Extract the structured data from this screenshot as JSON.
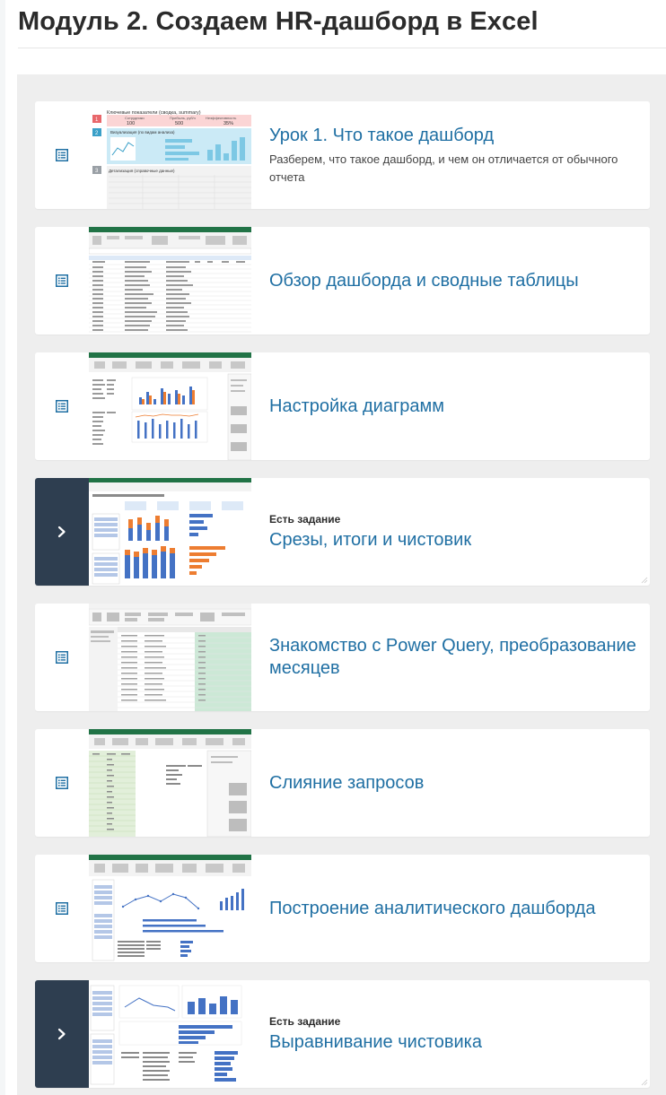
{
  "module": {
    "title": "Модуль 2. Создаем HR-дашборд в Excel"
  },
  "colors": {
    "link_blue": "#1f6fa3",
    "task_dark": "#2e3e50",
    "panel_gray": "#eeeeee",
    "excel_green": "#217346",
    "chart_blue": "#4472c4",
    "chart_orange": "#ed7d31"
  },
  "lessons": [
    {
      "title": "Урок 1. Что такое дашборд",
      "description": "Разберем, что такое дашборд, и чем он отличается от обычного отчета",
      "badge": "",
      "icon": "list-icon",
      "thumb_text": {
        "header": "Ключевые показатели (сводка, summary)",
        "kpi1_label": "Сотрудники",
        "kpi1_value": "100",
        "kpi2_label": "Прибыль, руб/ч",
        "kpi2_value": "500",
        "kpi3_label": "Неэффективность",
        "kpi3_value": "35%",
        "section2": "Визуализация (по видам анализа)",
        "section3": "Детализация (справочные данные)",
        "num1": "1",
        "num2": "2",
        "num3": "3"
      }
    },
    {
      "title": "Обзор дашборда и сводные таблицы",
      "description": "",
      "badge": "",
      "icon": "list-icon"
    },
    {
      "title": "Настройка диаграмм",
      "description": "",
      "badge": "",
      "icon": "list-icon"
    },
    {
      "title": "Срезы, итоги и чистовик",
      "description": "",
      "badge": "Есть задание",
      "icon": "chevron-right-icon"
    },
    {
      "title": "Знакомство с Power Query, преобразование месяцев",
      "description": "",
      "badge": "",
      "icon": "list-icon"
    },
    {
      "title": "Слияние запросов",
      "description": "",
      "badge": "",
      "icon": "list-icon"
    },
    {
      "title": "Построение аналитического дашборда",
      "description": "",
      "badge": "",
      "icon": "list-icon"
    },
    {
      "title": "Выравнивание чистовика",
      "description": "",
      "badge": "Есть задание",
      "icon": "chevron-right-icon"
    }
  ]
}
